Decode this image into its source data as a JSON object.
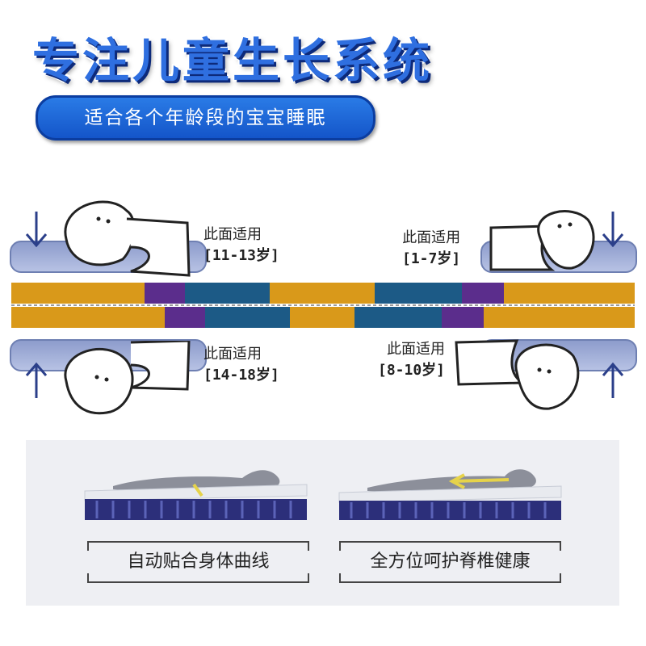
{
  "header": {
    "title": "专注儿童生长系统",
    "subtitle": "适合各个年龄段的宝宝睡眠"
  },
  "positions": [
    {
      "label": "此面适用",
      "age": "[11-13岁]"
    },
    {
      "label": "此面适用",
      "age": "[1-7岁]"
    },
    {
      "label": "此面适用",
      "age": "[14-18岁]"
    },
    {
      "label": "此面适用",
      "age": "[8-10岁]"
    }
  ],
  "captions": {
    "left": "自动贴合身体曲线",
    "right": "全方位呵护脊椎健康"
  },
  "colors": {
    "brand_blue": "#2f6fe0",
    "mattress_gold": "#d9991a",
    "mattress_purple": "#5b2d8c",
    "mattress_teal": "#1c5a86",
    "pillow_lavender": "#a9b4dc"
  }
}
